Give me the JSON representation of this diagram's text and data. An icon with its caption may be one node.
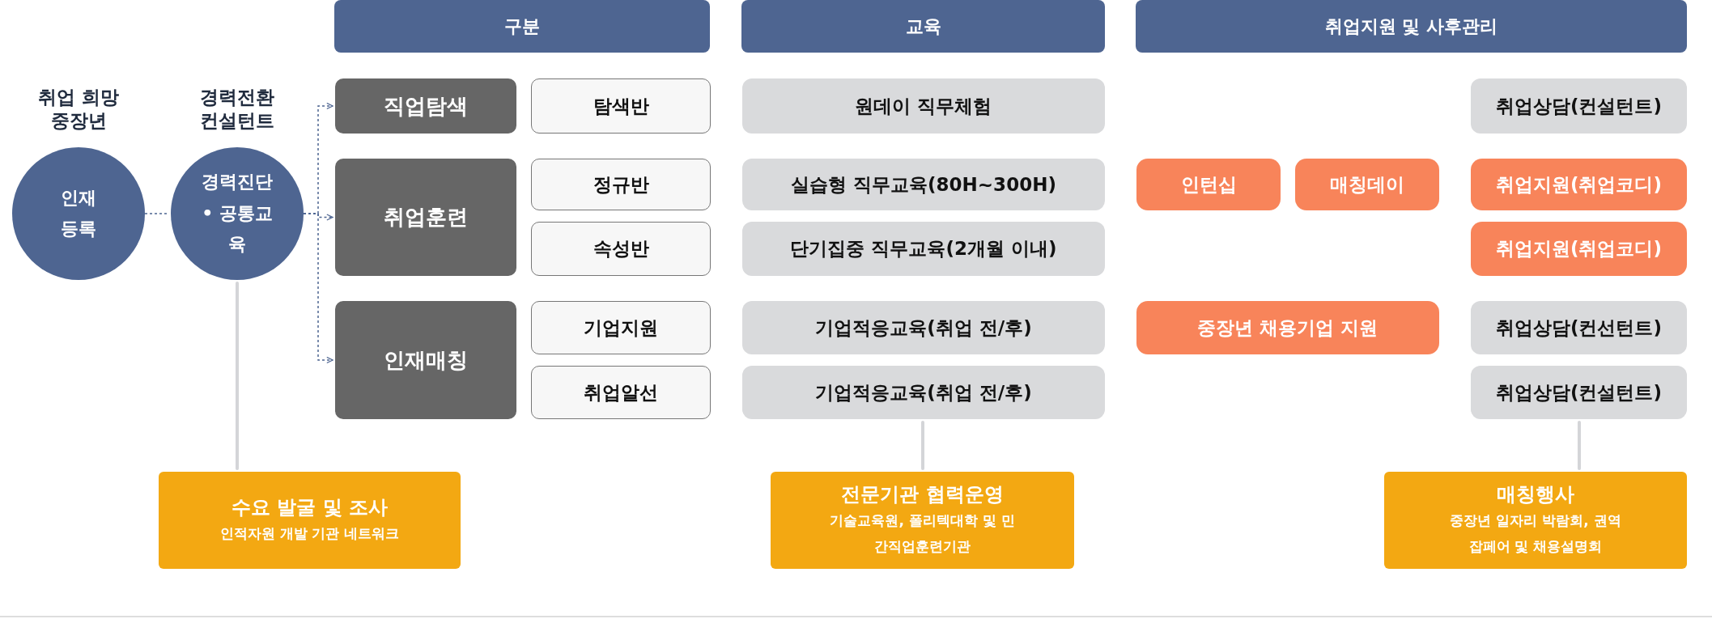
{
  "diagram": {
    "nodes": [
      {
        "text": [
          "취업 희망 중장년",
          "인재 등록"
        ]
      },
      {
        "text": [
          "경력전환 컨설턴트",
          "경력진단 • 공통교육"
        ]
      },
      {
        "text": [
          "구분"
        ]
      },
      {
        "text": [
          "교육"
        ]
      },
      {
        "text": [
          "취업지원 및 사후관리"
        ]
      },
      {
        "text": [
          "직업탐색"
        ]
      },
      {
        "text": [
          "탐색반"
        ]
      },
      {
        "text": [
          "원데이 직무체험"
        ]
      },
      {
        "text": [
          "취업상담(컨설턴트)"
        ]
      },
      {
        "text": [
          "취업훈련"
        ]
      },
      {
        "text": [
          "정규반"
        ]
      },
      {
        "text": [
          "실습형 직무교육(80H~300H)"
        ]
      },
      {
        "text": [
          "인턴십"
        ]
      },
      {
        "text": [
          "매칭데이"
        ]
      },
      {
        "text": [
          "취업지원(취업코디)"
        ]
      },
      {
        "text": [
          "속성반"
        ]
      },
      {
        "text": [
          "단기집중 직무교육(2개월 이내)"
        ]
      },
      {
        "text": [
          "취업지원(취업코디)"
        ]
      },
      {
        "text": [
          "인재매칭"
        ]
      },
      {
        "text": [
          "기업지원"
        ]
      },
      {
        "text": [
          "기업적응교육(취업 전/후)"
        ]
      },
      {
        "text": [
          "중장년 채용기업 지원"
        ]
      },
      {
        "text": [
          "취업상담(컨선턴트)"
        ]
      },
      {
        "text": [
          "취업알선"
        ]
      },
      {
        "text": [
          "기업적응교육(취업 전/후)"
        ]
      },
      {
        "text": [
          "취업상담(컨설턴트)"
        ]
      },
      {
        "text": [
          "수요 발굴 및 조사",
          "인적자원 개발 기관 네트워크"
        ]
      },
      {
        "text": [
          "전문기관 협력운영",
          "기술교육원, 폴리텍대학 및 민간직업훈련기관"
        ]
      },
      {
        "text": [
          "매칭행사",
          "중장년 일자리 박람회, 권역 잡페어 및 채용설명회"
        ]
      }
    ],
    "edges": [
      {
        "from": 0,
        "to": 1,
        "arrow": "none",
        "style": "dashed"
      },
      {
        "from": 1,
        "to": 5,
        "arrow": "to",
        "style": "dashed"
      },
      {
        "from": 1,
        "to": 9,
        "arrow": "to",
        "style": "dashed"
      },
      {
        "from": 1,
        "to": 18,
        "arrow": "to",
        "style": "dashed"
      },
      {
        "from": 1,
        "to": 26,
        "arrow": "both",
        "color": "#d4d5d8"
      },
      {
        "from": 24,
        "to": 27,
        "arrow": "to",
        "color": "#d4d5d8"
      },
      {
        "from": 25,
        "to": 28,
        "arrow": "both",
        "color": "#d4d5d8"
      }
    ]
  }
}
